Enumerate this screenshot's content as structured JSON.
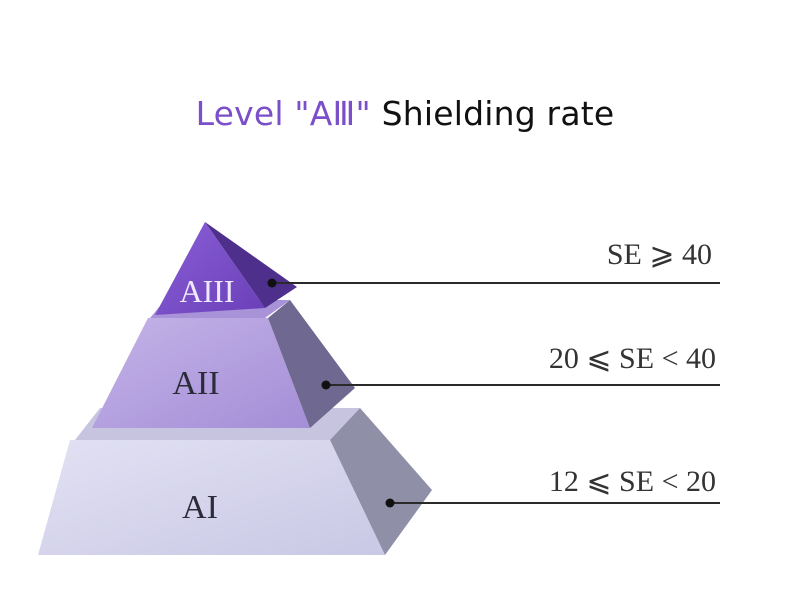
{
  "title": {
    "highlight": "Level \"AⅢ\"",
    "rest": " Shielding rate"
  },
  "colors": {
    "accent": "#7b4fc9",
    "top_face": "#7a4fc4",
    "top_side": "#4e2f8c",
    "mid_face": "#b7a2e0",
    "mid_side": "#6d6488",
    "base_face": "#d5d4ec",
    "base_side": "#8f8fa8"
  },
  "tiers": [
    {
      "id": "top",
      "label": "AIII",
      "range": "SE ⩾ 40"
    },
    {
      "id": "mid",
      "label": "AII",
      "range": "20 ⩽ SE < 40"
    },
    {
      "id": "base",
      "label": "AI",
      "range": "12 ⩽ SE < 20"
    }
  ]
}
